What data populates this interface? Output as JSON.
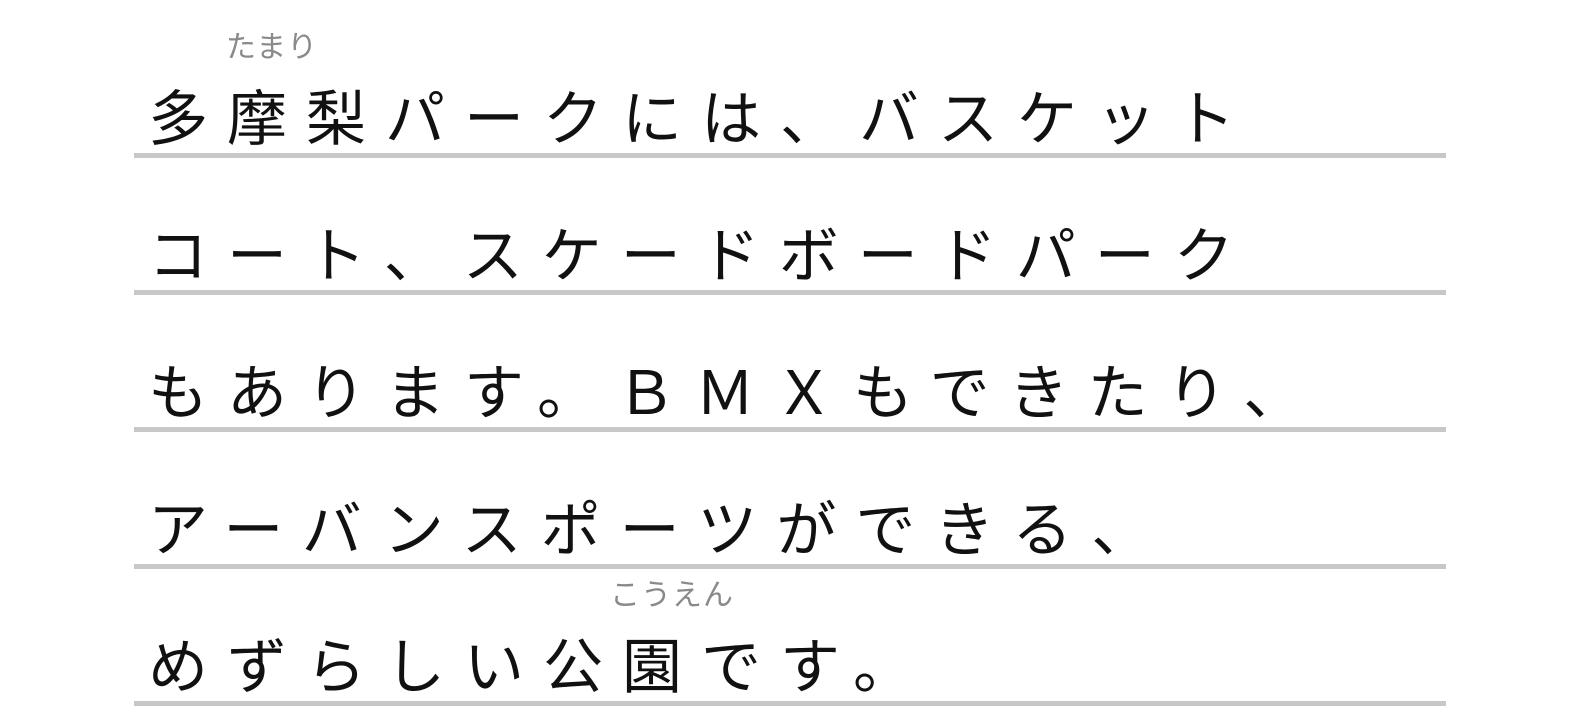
{
  "lines": [
    {
      "text": "多摩梨パークには、バスケット"
    },
    {
      "text": "コート、スケードボードパーク"
    },
    {
      "text": "もあります。ＢＭＸもできたり、"
    },
    {
      "text": "アーバンスポーツができる、"
    },
    {
      "text": "めずらしい公園です。"
    }
  ],
  "furigana": [
    {
      "reading": "たまり"
    },
    {
      "reading": "こうえん"
    }
  ]
}
